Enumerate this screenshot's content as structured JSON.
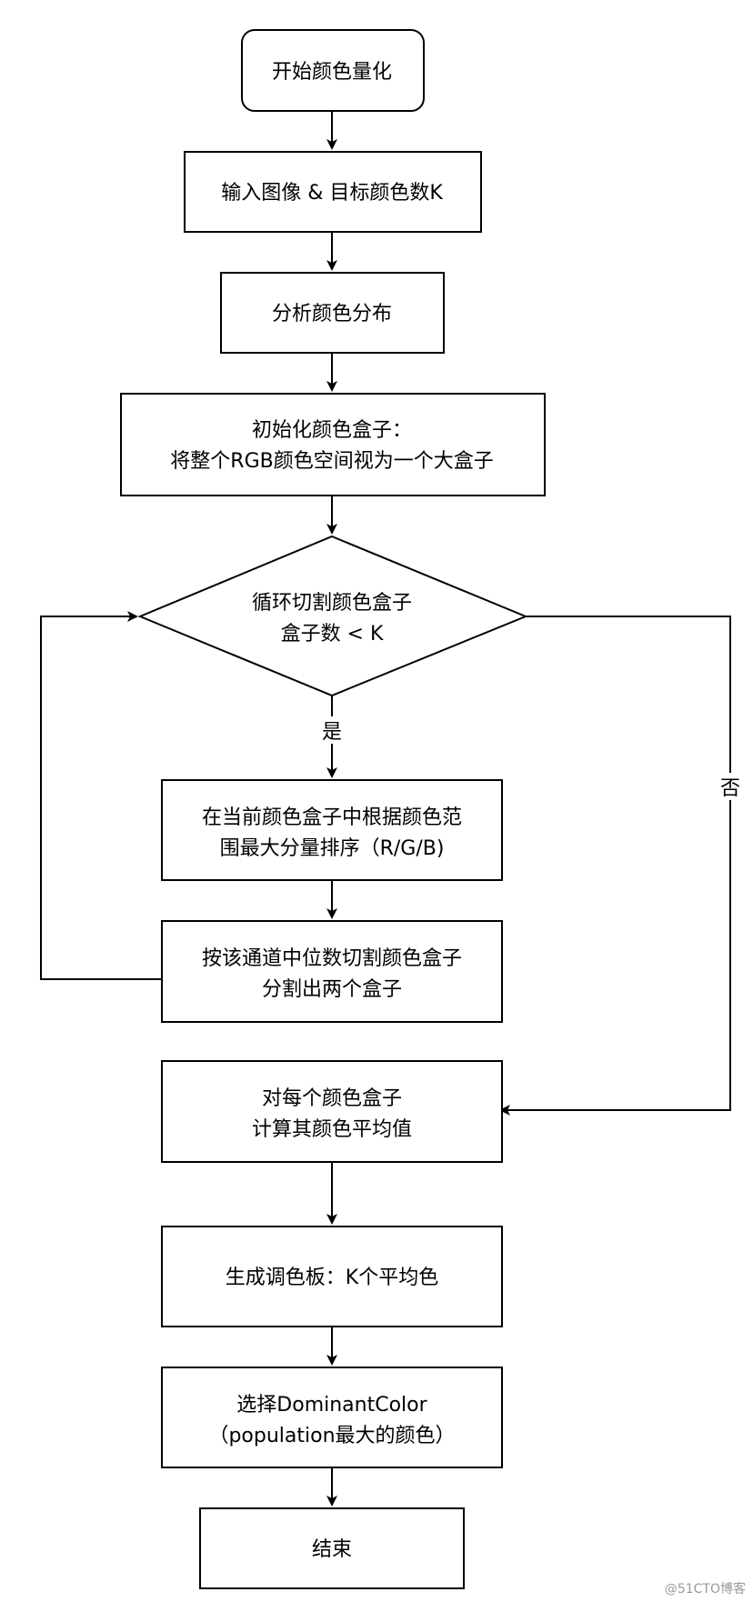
{
  "flowchart": {
    "start": "开始颜色量化",
    "input": "输入图像 & 目标颜色数K",
    "analyze": "分析颜色分布",
    "init_line1": "初始化颜色盒子：",
    "init_line2": "将整个RGB颜色空间视为一个大盒子",
    "loop_line1": "循环切割颜色盒子",
    "loop_line2": "盒子数 < K",
    "yes_label": "是",
    "no_label": "否",
    "sort_line1": "在当前颜色盒子中根据颜色范",
    "sort_line2": "围最大分量排序（R/G/B)",
    "split_line1": "按该通道中位数切割颜色盒子",
    "split_line2": "分割出两个盒子",
    "average_line1": "对每个颜色盒子",
    "average_line2": "计算其颜色平均值",
    "palette": "生成调色板：K个平均色",
    "dominant_line1": "选择DominantColor",
    "dominant_line2": "（population最大的颜色）",
    "end": "结束"
  },
  "watermark": "@51CTO博客"
}
